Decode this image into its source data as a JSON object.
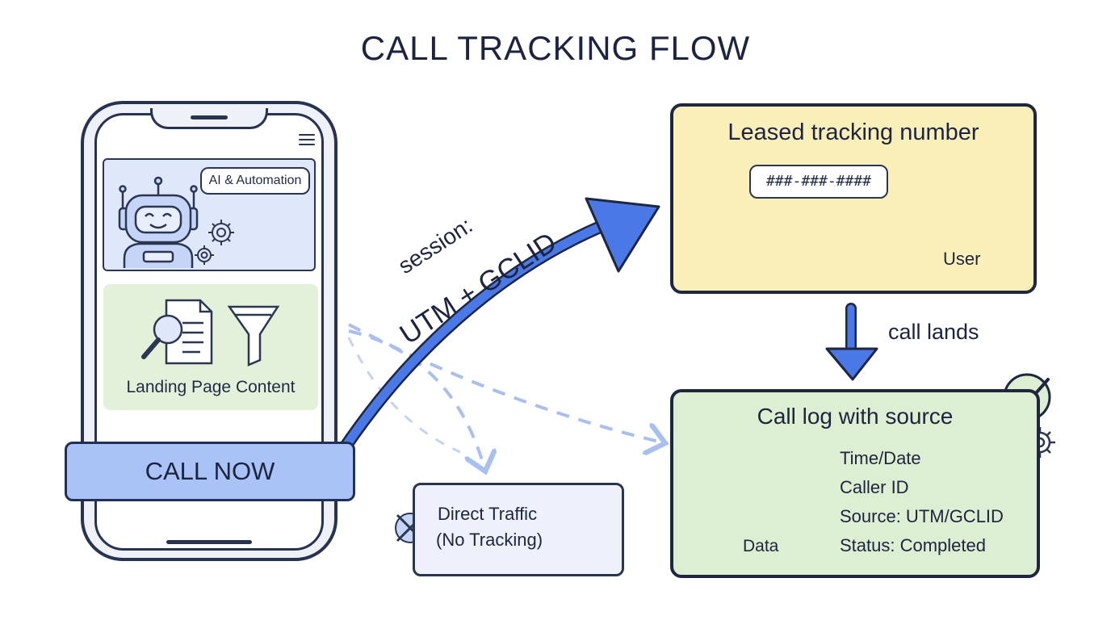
{
  "title": "CALL TRACKING FLOW",
  "phone": {
    "ai_badge": "AI & Automation",
    "content_label": "Landing Page Content",
    "cta_label": "CALL NOW"
  },
  "session_arrow": {
    "line1": "session:",
    "line2": "UTM + GCLID"
  },
  "leased_box": {
    "title": "Leased tracking number",
    "number": "###-###-####",
    "user_label": "User"
  },
  "call_lands_label": "call lands",
  "call_log": {
    "title": "Call log with source",
    "data_label": "Data",
    "fields": [
      {
        "icon": "phone-icon",
        "text": "Time/Date"
      },
      {
        "icon": "person-icon",
        "text": "Caller ID"
      },
      {
        "icon": "tag-icon",
        "text": "Source: UTM/GCLID"
      },
      {
        "icon": "checkmark-icon",
        "text": "Status: Completed"
      }
    ]
  },
  "direct_traffic": {
    "line1": "Direct Traffic",
    "line2": "(No Tracking)"
  },
  "colors": {
    "ink": "#1e2640",
    "cta_blue": "#aac3f7",
    "arrow_blue": "#3f6fe0",
    "leased_yellow": "#fbefb9",
    "log_green": "#dcefd2",
    "content_green": "#e3f0da",
    "ai_panel_blue": "#dfe7fb"
  }
}
